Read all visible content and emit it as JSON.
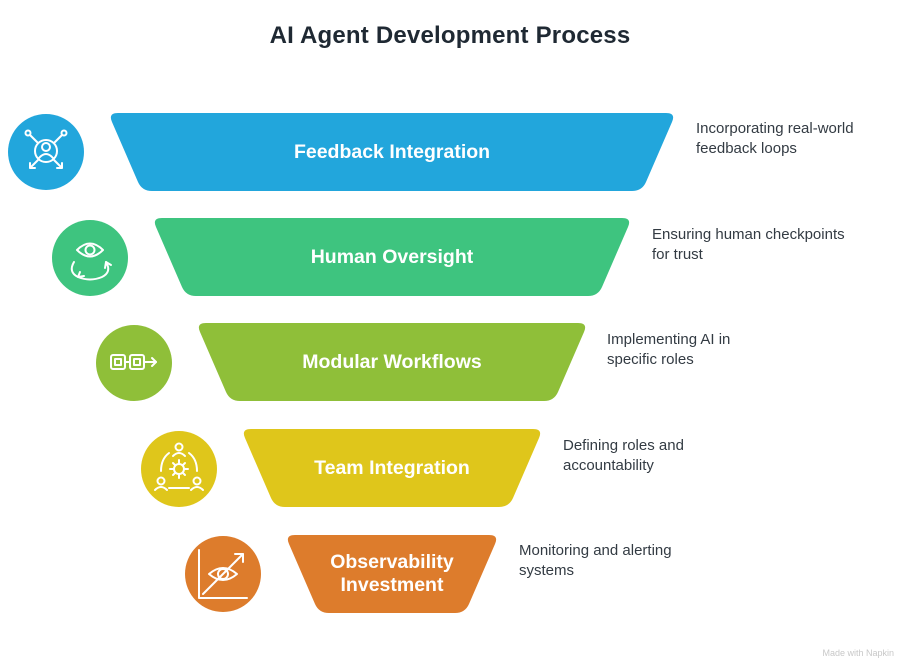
{
  "title": "AI Agent Development Process",
  "stages": [
    {
      "label": "Feedback Integration",
      "description": "Incorporating real-world feedback loops",
      "color": "#22a6dc",
      "icon": "user-network-icon"
    },
    {
      "label": "Human Oversight",
      "description": "Ensuring human checkpoints for trust",
      "color": "#3ec47f",
      "icon": "eye-cycle-icon"
    },
    {
      "label": "Modular Workflows",
      "description": "Implementing AI in specific roles",
      "color": "#8fbf39",
      "icon": "modules-flow-icon"
    },
    {
      "label": "Team Integration",
      "description": "Defining roles and accountability",
      "color": "#dfc61b",
      "icon": "team-gear-icon"
    },
    {
      "label": "Observability Investment",
      "description": "Monitoring and alerting systems",
      "color": "#dd7c2c",
      "icon": "eye-chart-icon"
    }
  ],
  "watermark": "Made with Napkin"
}
